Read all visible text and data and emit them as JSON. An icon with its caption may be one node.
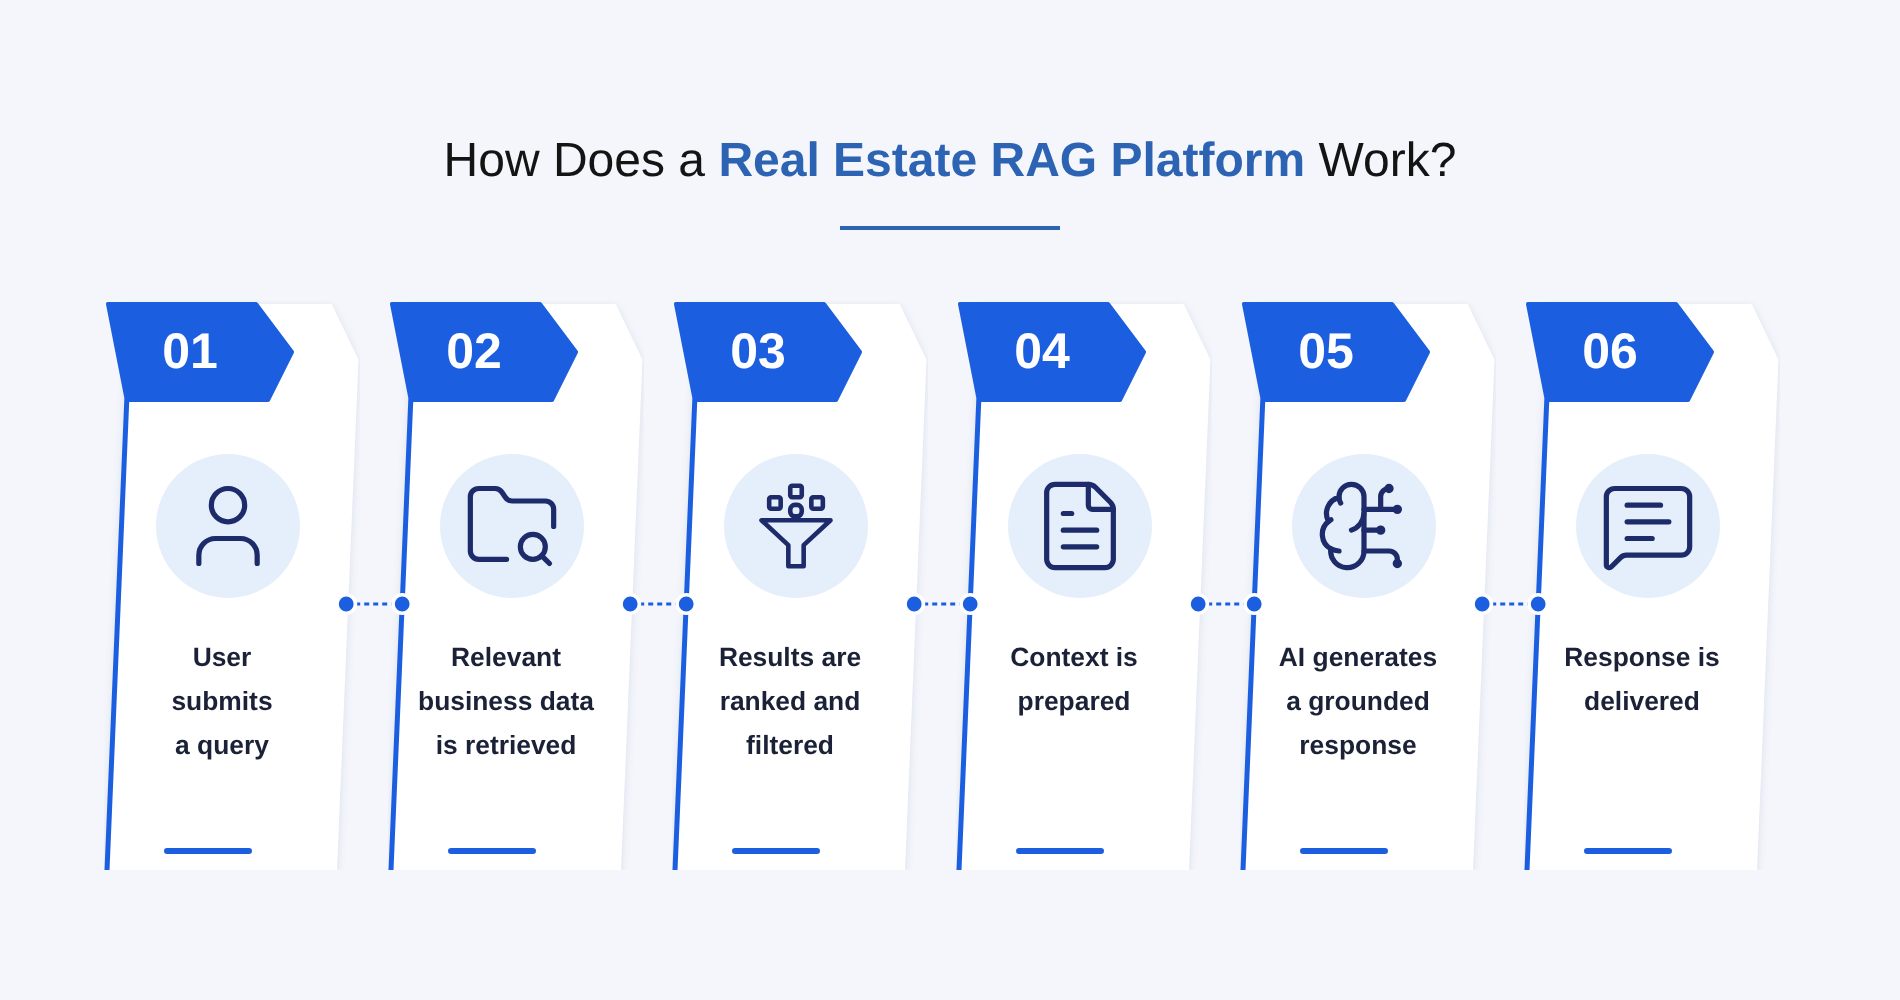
{
  "diagram": {
    "title": "How Does a **Real Estate RAG Platform** Work?",
    "nodes": [
      {
        "text": [
          "01",
          "User submits a query"
        ]
      },
      {
        "text": [
          "02",
          "Relevant business data is retrieved"
        ]
      },
      {
        "text": [
          "03",
          "Results are ranked and filtered"
        ]
      },
      {
        "text": [
          "04",
          "Context is prepared"
        ]
      },
      {
        "text": [
          "05",
          "AI generates a grounded response"
        ]
      },
      {
        "text": [
          "06",
          "Response is delivered"
        ]
      }
    ],
    "edges": [
      {
        "from": 0,
        "to": 1,
        "arrow": "other",
        "style": "dashed"
      },
      {
        "from": 1,
        "to": 2,
        "arrow": "other",
        "style": "dashed"
      },
      {
        "from": 2,
        "to": 3,
        "arrow": "other",
        "style": "dashed"
      },
      {
        "from": 3,
        "to": 4,
        "arrow": "other",
        "style": "dashed"
      },
      {
        "from": 4,
        "to": 5,
        "arrow": "other",
        "style": "dashed"
      }
    ]
  }
}
